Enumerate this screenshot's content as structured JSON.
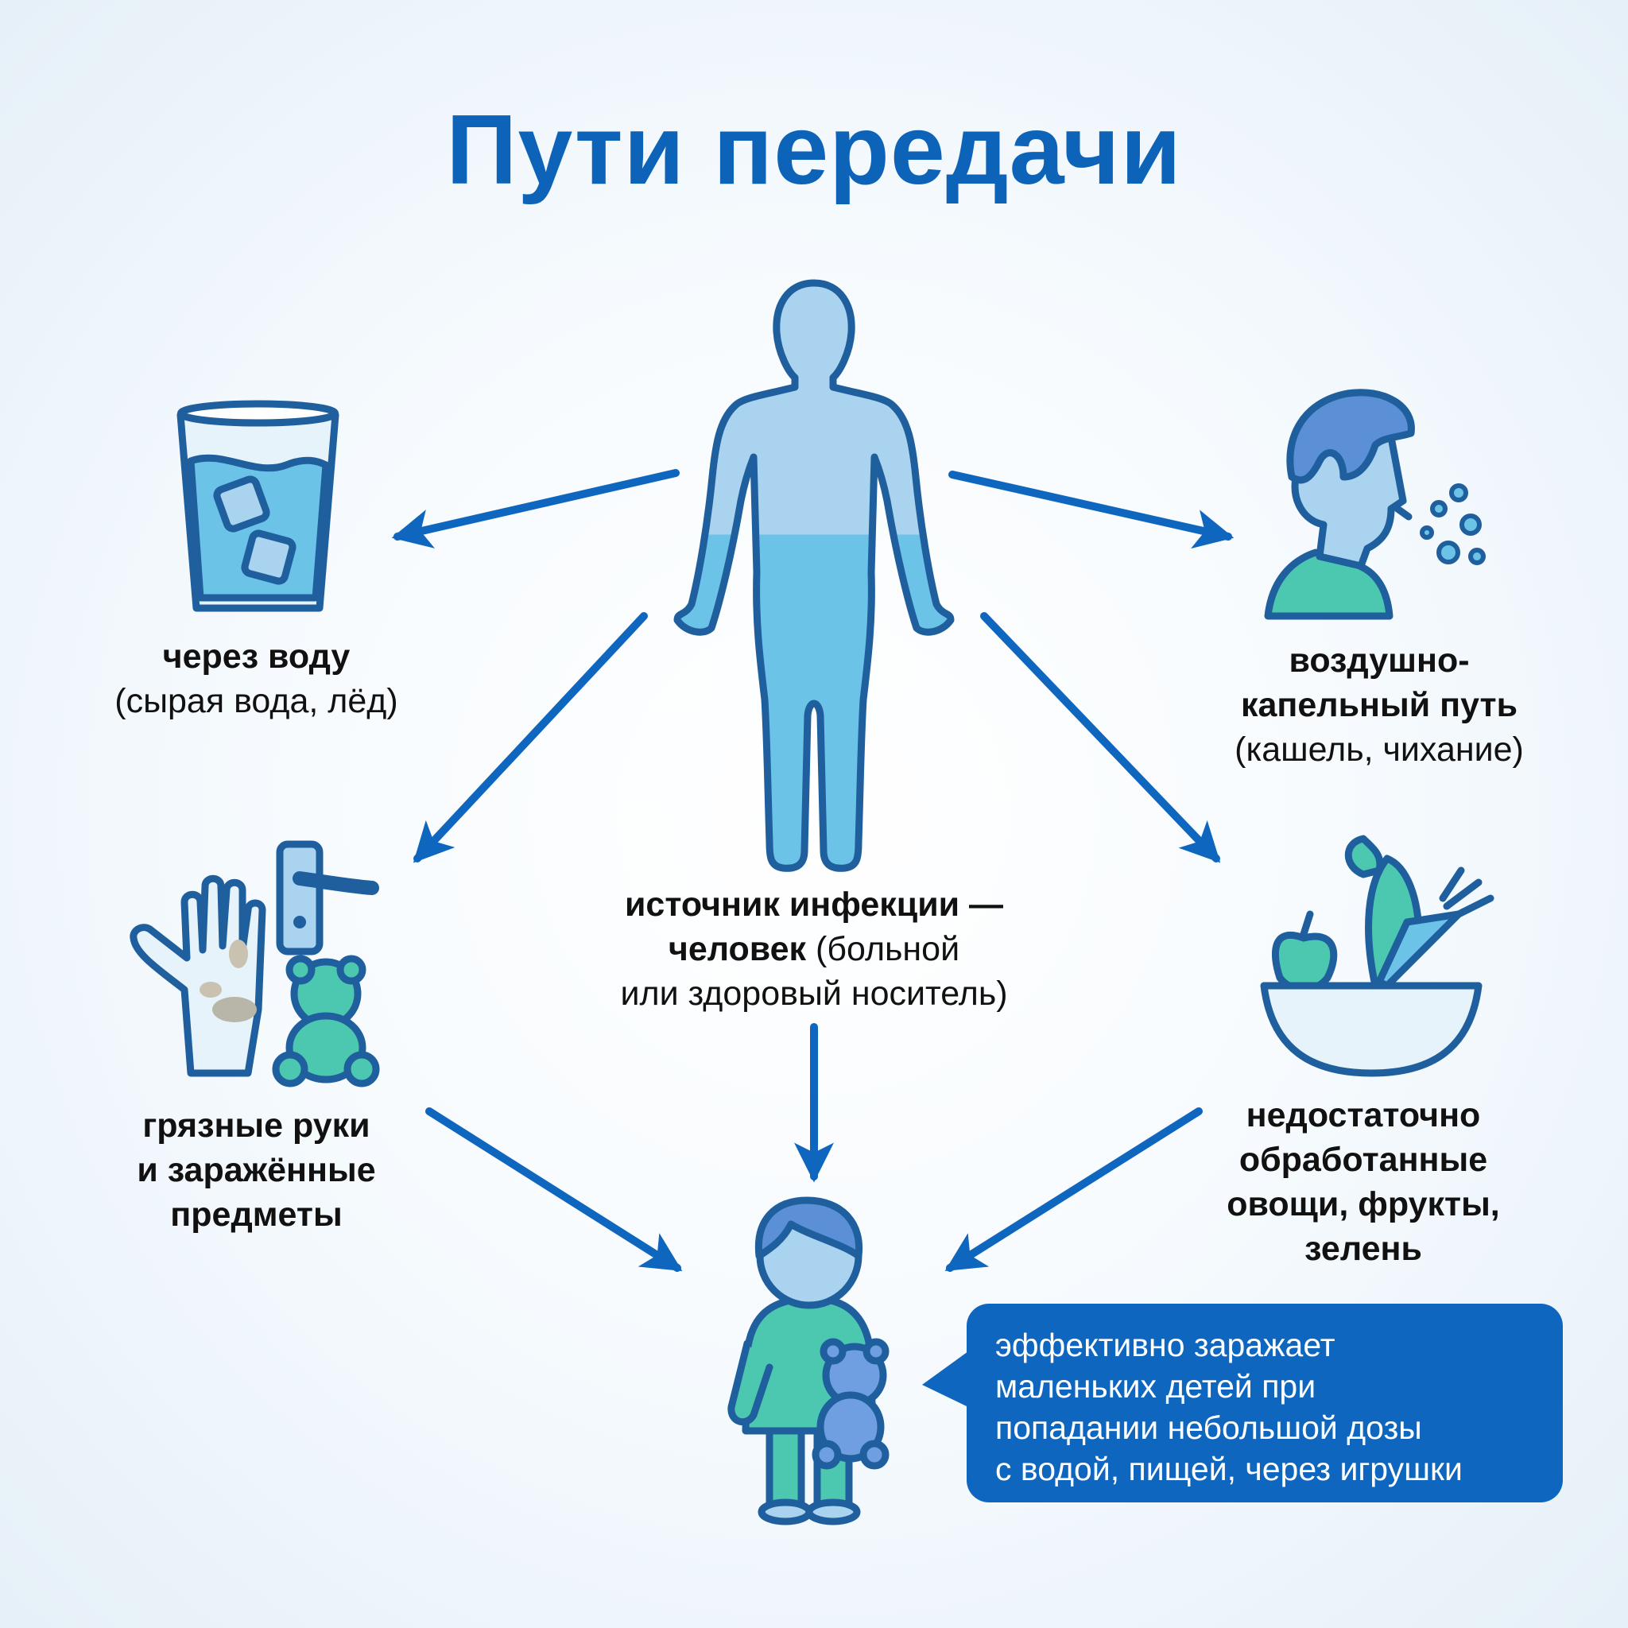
{
  "title": "Пути передачи",
  "colors": {
    "title": "#0d63b7",
    "arrow": "#0e66bf",
    "outline": "#1f5f9e",
    "body_fill": "#a9d3ee",
    "water": "#6cc3e8",
    "teal": "#4dc8b0",
    "callout_bg": "#0e66bf"
  },
  "nodes": {
    "source": {
      "icon": "human-body-icon",
      "bold_line1": "источник инфекции —",
      "bold_line2": "человек",
      "normal_line2": " (больной",
      "normal_line3": "или здоровый носитель)"
    },
    "water": {
      "icon": "glass-of-water-icon",
      "bold": "через воду",
      "normal": "(сырая вода, лёд)"
    },
    "airborne": {
      "icon": "sneezing-person-icon",
      "bold_line1": "воздушно-",
      "bold_line2": "капельный путь",
      "normal": "(кашель, чихание)"
    },
    "hands": {
      "icon": "dirty-hand-door-handle-teddy-icon",
      "bold_line1": "грязные руки",
      "bold_line2": "и заражённые",
      "bold_line3": "предметы"
    },
    "produce": {
      "icon": "vegetable-bowl-icon",
      "bold_line1": "недостаточно",
      "bold_line2": "обработанные",
      "bold_line3": "овощи, фрукты,",
      "bold_line4": "зелень"
    },
    "child": {
      "icon": "child-with-teddy-icon"
    }
  },
  "callout": {
    "line1": "эффективно заражает",
    "line2": "маленьких детей при",
    "line3": "попадании небольшой дозы",
    "line4": "с водой, пищей, через игрушки"
  }
}
